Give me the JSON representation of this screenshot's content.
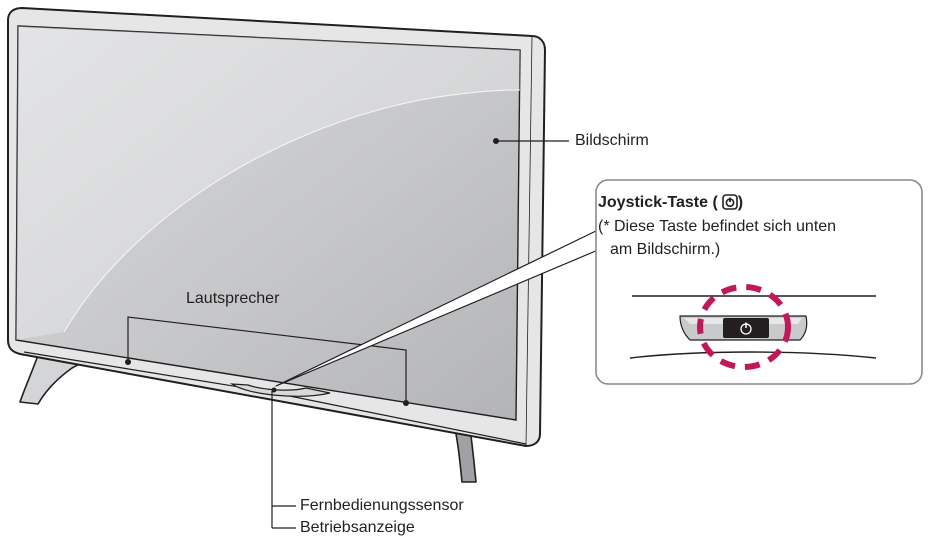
{
  "labels": {
    "screen": "Bildschirm",
    "speakers": "Lautsprecher",
    "remote_sensor": "Fernbedienungssensor",
    "power_indicator": "Betriebsanzeige"
  },
  "inset": {
    "title": "Joystick-Taste",
    "title_paren_open": "(",
    "title_paren_close": ")",
    "note_line1": "(* Diese Taste befindet sich unten",
    "note_line2": "am Bildschirm.)"
  },
  "colors": {
    "outline": "#231f20",
    "screen_fill": "#bfc0c2",
    "frame_fill": "#e6e6e7",
    "highlight": "#c1185b",
    "panel_border": "#8a8a8a"
  },
  "icons": {
    "power": "power-icon"
  }
}
